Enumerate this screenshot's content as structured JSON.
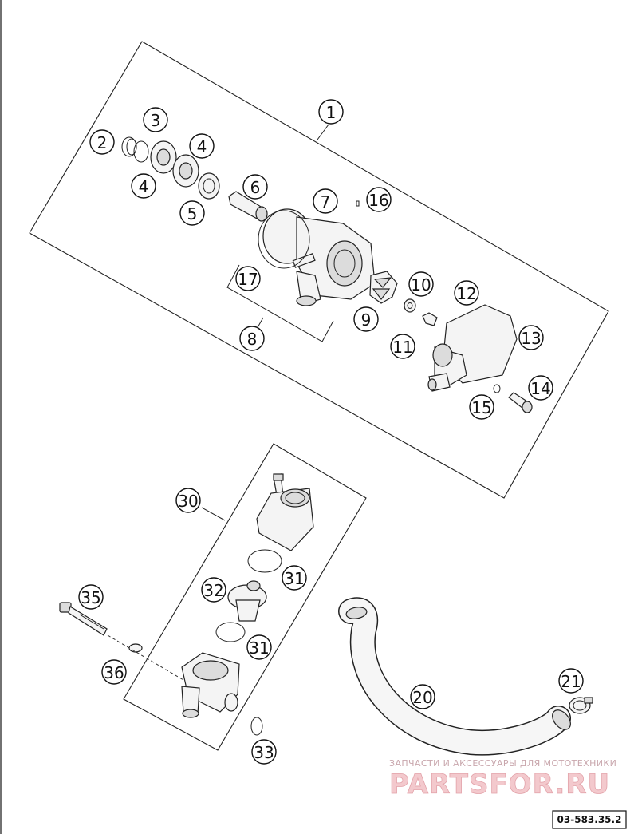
{
  "diagram": {
    "callouts": [
      {
        "id": "1",
        "label": "1"
      },
      {
        "id": "2",
        "label": "2"
      },
      {
        "id": "3",
        "label": "3"
      },
      {
        "id": "4a",
        "label": "4"
      },
      {
        "id": "4b",
        "label": "4"
      },
      {
        "id": "5",
        "label": "5"
      },
      {
        "id": "6",
        "label": "6"
      },
      {
        "id": "7",
        "label": "7"
      },
      {
        "id": "8",
        "label": "8"
      },
      {
        "id": "9",
        "label": "9"
      },
      {
        "id": "10",
        "label": "10"
      },
      {
        "id": "11",
        "label": "11"
      },
      {
        "id": "12",
        "label": "12"
      },
      {
        "id": "13",
        "label": "13"
      },
      {
        "id": "14",
        "label": "14"
      },
      {
        "id": "15",
        "label": "15"
      },
      {
        "id": "16",
        "label": "16"
      },
      {
        "id": "17",
        "label": "17"
      },
      {
        "id": "20",
        "label": "20"
      },
      {
        "id": "21",
        "label": "21"
      },
      {
        "id": "30",
        "label": "30"
      },
      {
        "id": "31a",
        "label": "31"
      },
      {
        "id": "31b",
        "label": "31"
      },
      {
        "id": "32",
        "label": "32"
      },
      {
        "id": "33",
        "label": "33"
      },
      {
        "id": "35",
        "label": "35"
      },
      {
        "id": "36",
        "label": "36"
      }
    ],
    "drawing_code": "03-583.35.2"
  },
  "watermark": {
    "tagline": "ЗАПЧАСТИ И АКСЕССУАРЫ ДЛЯ МОТОТЕХНИКИ",
    "site": "PARTSFOR.RU"
  }
}
